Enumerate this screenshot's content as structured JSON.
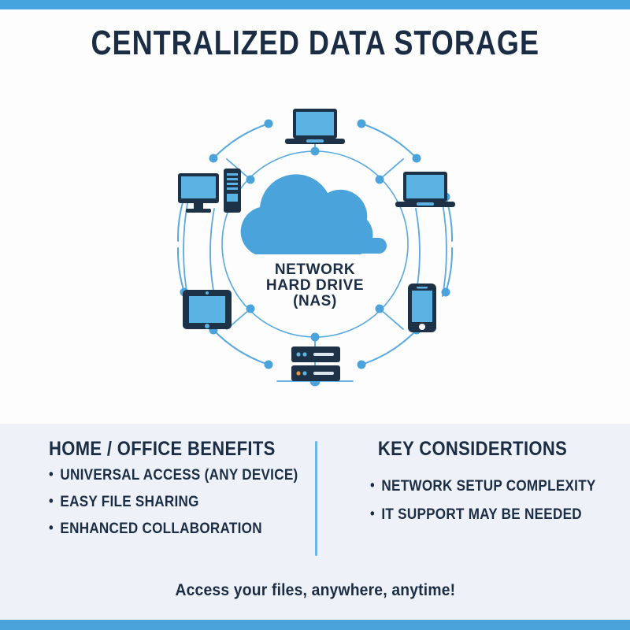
{
  "theme": {
    "accent_blue": "#45a3dd",
    "cloud_blue": "#4ba3db",
    "screen_blue": "#5bb3e4",
    "navy": "#1b2d45",
    "device_dark": "#1e3247",
    "panel_bg": "#eef1f7",
    "page_bg": "#fdfdfe",
    "line_blue": "#59a9de",
    "led_orange": "#e8963c"
  },
  "header": {
    "title": "CENTRALIZED DATA STORAGE"
  },
  "diagram": {
    "center_label_lines": [
      "NETWORK",
      "HARD DRIVE",
      "(NAS)"
    ],
    "center_icon": "cloud-icon",
    "nodes": [
      {
        "id": "laptop-top",
        "icon": "laptop-icon",
        "position": "top"
      },
      {
        "id": "desktop-left",
        "icon": "desktop-icon",
        "position": "upper-left"
      },
      {
        "id": "laptop-right",
        "icon": "laptop-icon",
        "position": "upper-right"
      },
      {
        "id": "tablet-left",
        "icon": "tablet-icon",
        "position": "lower-left"
      },
      {
        "id": "smartphone-right",
        "icon": "smartphone-icon",
        "position": "lower-right"
      },
      {
        "id": "server-bottom",
        "icon": "server-icon",
        "position": "bottom"
      }
    ]
  },
  "panel": {
    "left_column": {
      "heading": "HOME / OFFICE BENEFITS",
      "bullets": [
        "UNIVERSAL ACCESS (ANY DEVICE)",
        "EASY FILE SHARING",
        "ENHANCED COLLABORATION"
      ]
    },
    "right_column": {
      "heading": "KEY CONSIDERTIONS",
      "bullets": [
        "NETWORK SETUP COMPLEXITY",
        "IT SUPPORT MAY BE NEEDED"
      ]
    }
  },
  "footer": {
    "tagline": "Access your files, anywhere, anytime!"
  }
}
